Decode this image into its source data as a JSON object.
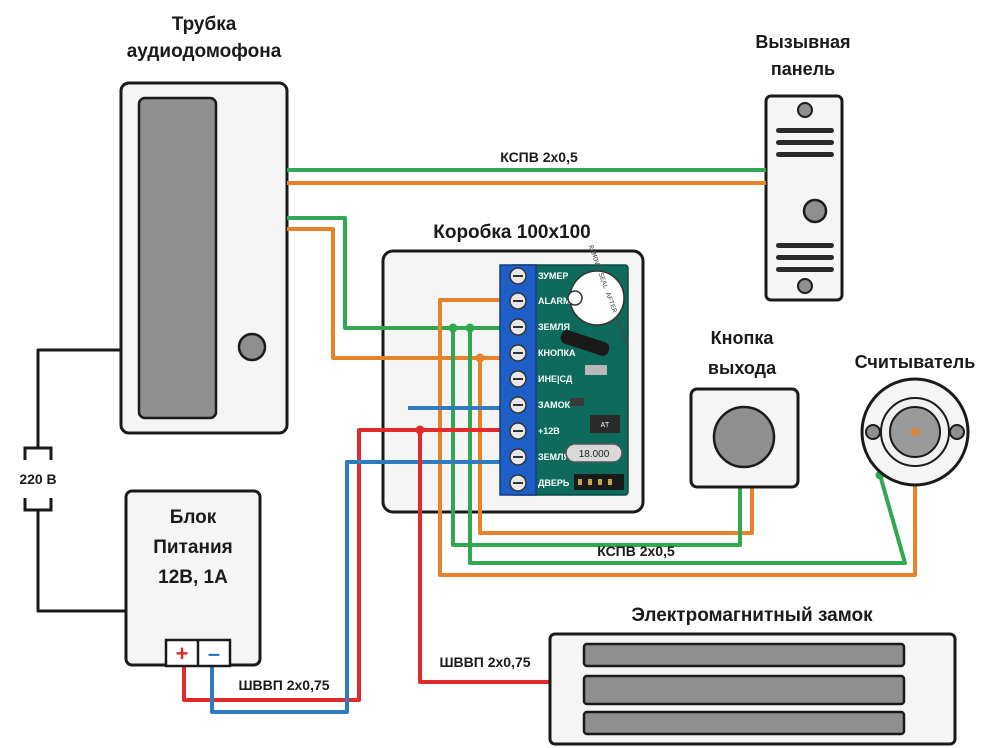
{
  "labels": {
    "handset_line1": "Трубка",
    "handset_line2": "аудиодомофона",
    "panel_line1": "Вызывная",
    "panel_line2": "панель",
    "box_title": "Коробка 100х100",
    "exit_line1": "Кнопка",
    "exit_line2": "выхода",
    "reader": "Считыватель",
    "psu_line1": "Блок",
    "psu_line2": "Питания",
    "psu_line3": "12В, 1А",
    "mains": "220 В",
    "psu_plus": "+",
    "psu_minus": "–",
    "lock": "Электромагнитный замок"
  },
  "cables": {
    "top": "КСПВ 2х0,5",
    "bottom": "КСПВ 2х0,5",
    "psu": "ШВВП 2х0,75",
    "lock": "ШВВП 2х0,75"
  },
  "terminals": [
    "ЗУМЕР",
    "ALARM",
    "ЗЕМЛЯ",
    "КНОПКА",
    "ИНЕ|СД",
    "ЗАМОК",
    "+12В",
    "ЗЕМЛЯ",
    "ДВЕРЬ"
  ],
  "board": {
    "buzzer_text": "REMOVE SEAL AFTER WASHING",
    "crystal": "18.000",
    "chip_label": "AT"
  },
  "colors": {
    "green_wire": "#2fa84f",
    "orange_wire": "#e8822a",
    "red_wire": "#e02b2b",
    "blue_wire": "#2f7bbf",
    "black_wire": "#1a1a1a",
    "board": "#0e6b5c",
    "terminal": "#1e5fc7"
  }
}
